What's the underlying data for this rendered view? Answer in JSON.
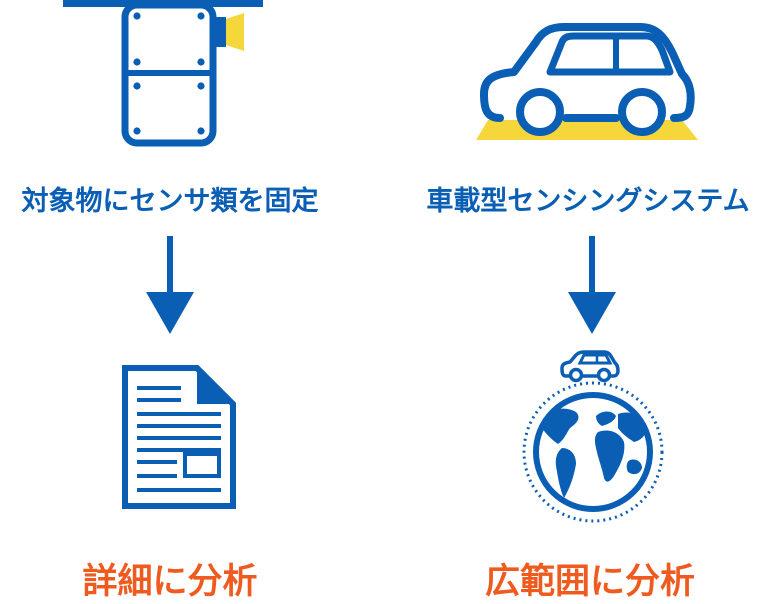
{
  "colors": {
    "blue": "#0a5fb4",
    "yellow": "#f5d63b",
    "orange": "#ef5a1f"
  },
  "left": {
    "step_label": "対象物にセンサ類を固定",
    "result_label": "詳細に分析",
    "top_icon": "sensor-mount-icon",
    "bottom_icon": "document-icon"
  },
  "right": {
    "step_label": "車載型センシングシステム",
    "result_label": "広範囲に分析",
    "top_icon": "car-icon",
    "bottom_icon": "globe-with-car-icon"
  },
  "connectors": [
    "arrow-down-icon",
    "arrow-down-icon"
  ]
}
